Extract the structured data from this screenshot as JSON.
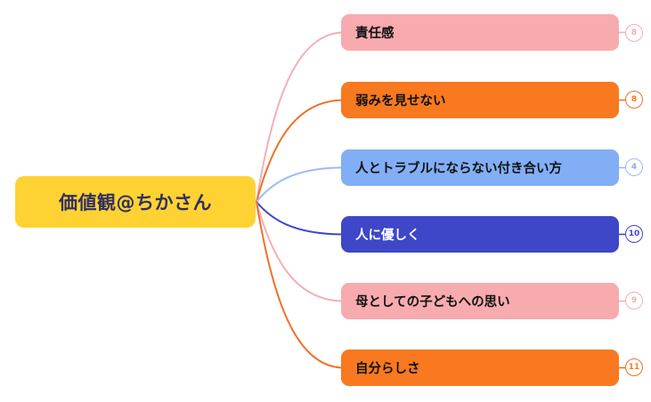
{
  "central": {
    "label": "価値観@ちかさん",
    "fill": "#FFD233",
    "text_color": "#2F3061"
  },
  "branches": [
    {
      "label": "責任感",
      "count": "8",
      "fill": "#F7ABAE",
      "text_color": "#111111",
      "line_color": "#F5AFB4"
    },
    {
      "label": "弱みを見せない",
      "count": "8",
      "fill": "#F8791F",
      "text_color": "#111111",
      "line_color": "#F0712A"
    },
    {
      "label": "人とトラブルにならない付き合い方",
      "count": "4",
      "fill": "#82AEF5",
      "text_color": "#111111",
      "line_color": "#9DBDF4"
    },
    {
      "label": "人に優しく",
      "count": "10",
      "fill": "#3E47C8",
      "text_color": "#FFFFFF",
      "line_color": "#3E47C8"
    },
    {
      "label": "母としての子どもへの思い",
      "count": "9",
      "fill": "#F7ABAE",
      "text_color": "#111111",
      "line_color": "#F5AFB4"
    },
    {
      "label": "自分らしさ",
      "count": "11",
      "fill": "#F8791F",
      "text_color": "#111111",
      "line_color": "#F0712A"
    }
  ]
}
